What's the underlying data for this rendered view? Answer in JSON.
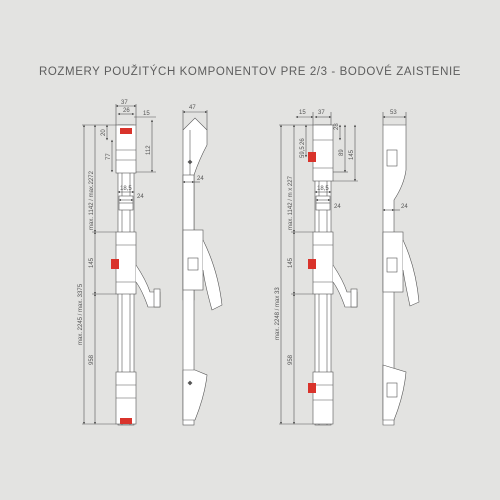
{
  "title": "ROZMERY POUŽITÝCH KOMPONENTOV PRE 2/3 - BODOVÉ ZAISTENIE",
  "colors": {
    "background": "#e3e3e1",
    "line": "#555555",
    "body": "#ffffff",
    "accent": "#d9332b"
  },
  "left_front": {
    "d_37": "37",
    "d_26": "26",
    "d_15": "15",
    "d_20": "20",
    "d_77": "77",
    "d_112": "112",
    "d_18_5": "18,5",
    "d_24": "24",
    "d_145": "145",
    "d_958": "958",
    "v_max1": "max. 1142 / max.2272",
    "v_max2": "max. 2245 / max. 3375"
  },
  "left_side": {
    "d_47": "47",
    "d_24": "24"
  },
  "right_front": {
    "d_15": "15",
    "d_37": "37",
    "d_28": "28",
    "d_26": "26",
    "d_59_5": "59,5",
    "d_89": "89",
    "d_145a": "145",
    "d_18_5": "18,5",
    "d_24": "24",
    "d_145b": "145",
    "d_958": "958",
    "v_max1": "max. 1142 / m x 227",
    "v_max2": "max. 2248 / max 33"
  },
  "right_side": {
    "d_53": "53",
    "d_24": "24"
  }
}
